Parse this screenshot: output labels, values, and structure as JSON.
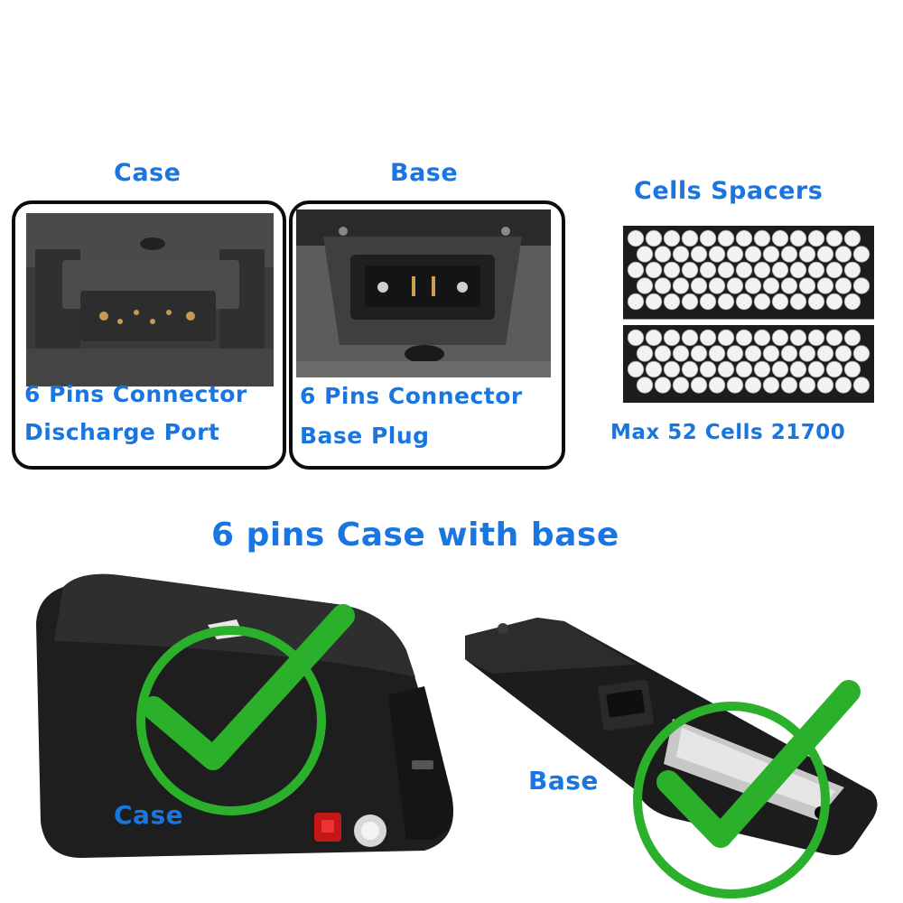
{
  "top_labels": {
    "case": "Case",
    "base": "Base",
    "spacers": "Cells Spacers"
  },
  "case_panel": {
    "line1": "6 Pins Connector",
    "line2": "Discharge Port"
  },
  "base_panel": {
    "line1": "6 Pins Connector",
    "line2": "Base Plug"
  },
  "spacer_caption": "Max 52 Cells 21700",
  "headline": "6 pins Case with base",
  "bottom_labels": {
    "case": "Case",
    "base": "Base"
  },
  "colors": {
    "label_blue": "#1976e0",
    "check_green": "#2bb02b",
    "battery_black": "#1b1b1b"
  }
}
